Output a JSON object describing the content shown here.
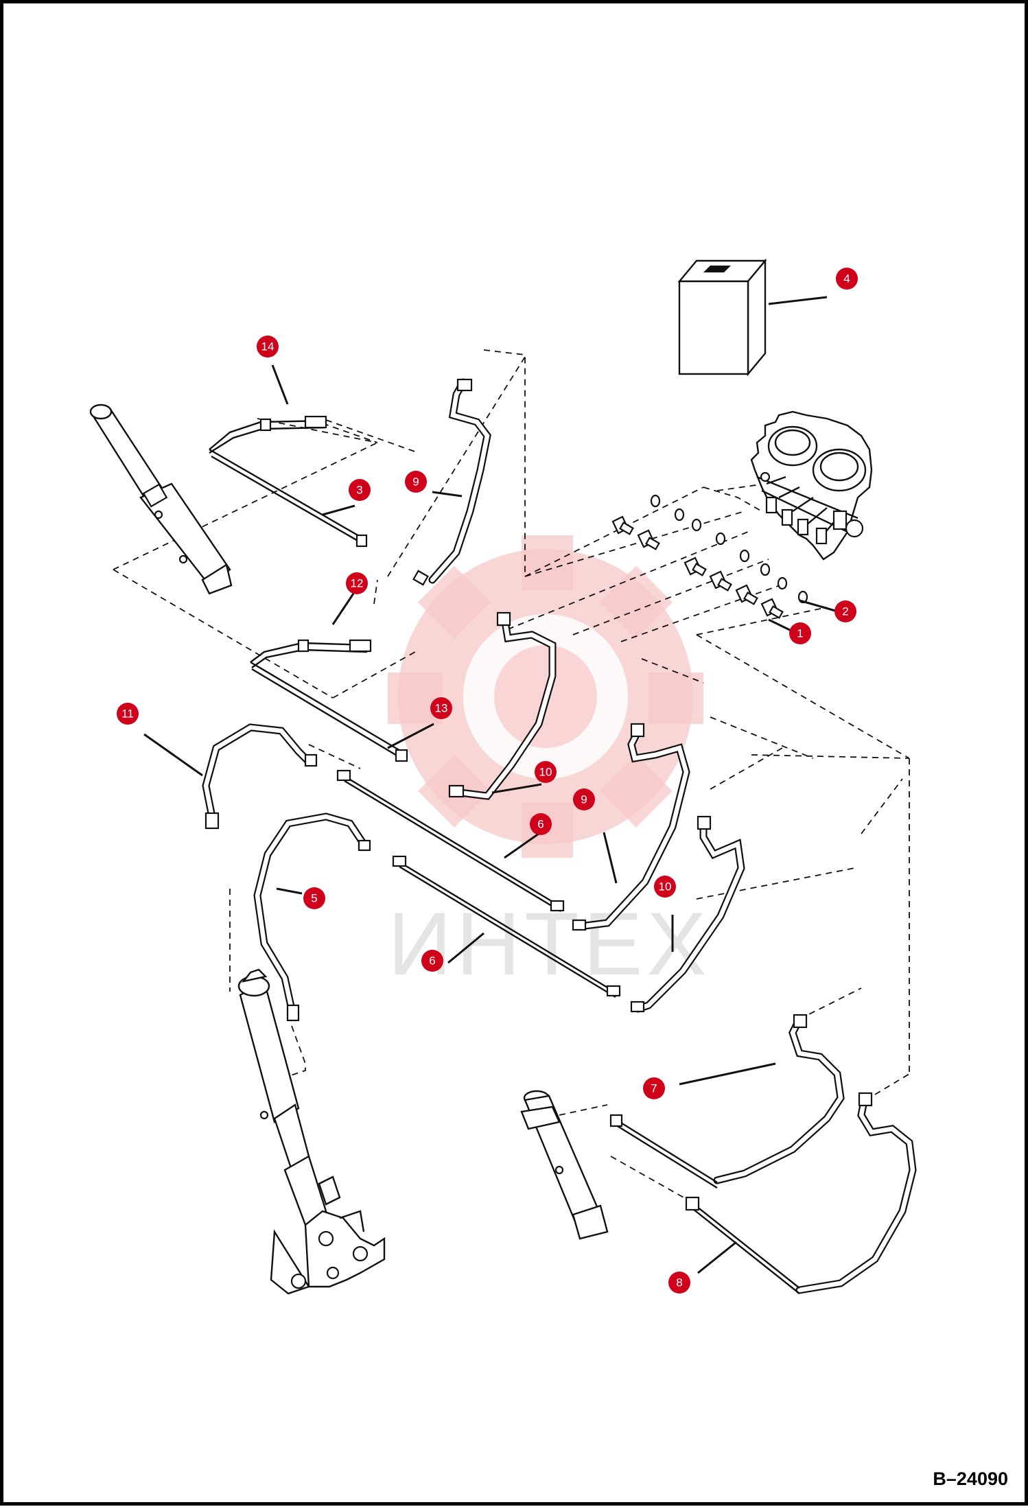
{
  "drawing": {
    "code": "B–24090",
    "watermark": "ИНТЕХ"
  },
  "callouts": [
    {
      "id": "callout-1",
      "label": "1"
    },
    {
      "id": "callout-2",
      "label": "2"
    },
    {
      "id": "callout-3",
      "label": "3"
    },
    {
      "id": "callout-4",
      "label": "4"
    },
    {
      "id": "callout-5",
      "label": "5"
    },
    {
      "id": "callout-6a",
      "label": "6"
    },
    {
      "id": "callout-6b",
      "label": "6"
    },
    {
      "id": "callout-7",
      "label": "7"
    },
    {
      "id": "callout-8",
      "label": "8"
    },
    {
      "id": "callout-9a",
      "label": "9"
    },
    {
      "id": "callout-9b",
      "label": "9"
    },
    {
      "id": "callout-10a",
      "label": "10"
    },
    {
      "id": "callout-10b",
      "label": "10"
    },
    {
      "id": "callout-11",
      "label": "11"
    },
    {
      "id": "callout-12",
      "label": "12"
    },
    {
      "id": "callout-13",
      "label": "13"
    },
    {
      "id": "callout-14",
      "label": "14"
    }
  ],
  "colors": {
    "callout_fill": "#d0021b",
    "watermark_gear": "#f7c8c8",
    "watermark_text": "#e4e4e4"
  }
}
